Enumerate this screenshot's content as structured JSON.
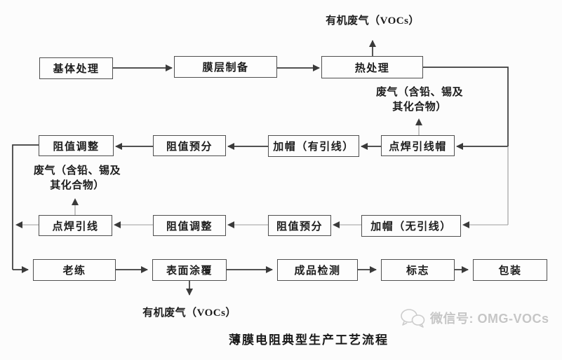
{
  "caption": "薄膜电阻典型生产工艺流程",
  "watermark": {
    "icon": "wechat-icon",
    "label": "微信号: OMG-VOCs"
  },
  "colors": {
    "background": "#fcfcfc",
    "line_strong": "#3a3a3a",
    "line_faint": "#9b9b9b",
    "arrow_fill": "#3a3a3a",
    "box_border": "#4f4f4f",
    "text": "#1c1c1c",
    "watermark_text": "#c6c6c6"
  },
  "nodes": {
    "base_treatment": {
      "label": "基体处理"
    },
    "film_deposition": {
      "label": "膜层制备"
    },
    "heat_treatment": {
      "label": "热处理"
    },
    "trim_leaded": {
      "label": "阻值调整"
    },
    "presort_leaded": {
      "label": "阻值预分"
    },
    "cap_leaded": {
      "label": "加帽（有引线）"
    },
    "weld_lead_cap": {
      "label": "点焊引线帽"
    },
    "weld_leads": {
      "label": "点焊引线"
    },
    "trim_leadless": {
      "label": "阻值调整"
    },
    "presort_leadless": {
      "label": "阻值预分"
    },
    "cap_leadless": {
      "label": "加帽（无引线）"
    },
    "aging": {
      "label": "老练"
    },
    "surface_coating": {
      "label": "表面涂覆"
    },
    "final_inspection": {
      "label": "成品检测"
    },
    "marking": {
      "label": "标志"
    },
    "packaging": {
      "label": "包装"
    }
  },
  "emissions": {
    "voc_top": "有机废气（VOCs）",
    "voc_bottom": "有机废气（VOCs）",
    "lead_waste_top": {
      "line1": "废气（含铅、锡及",
      "line2": "其化合物）"
    },
    "lead_waste_left": {
      "line1": "废气（含铅、锡及",
      "line2": "其化合物）"
    }
  }
}
